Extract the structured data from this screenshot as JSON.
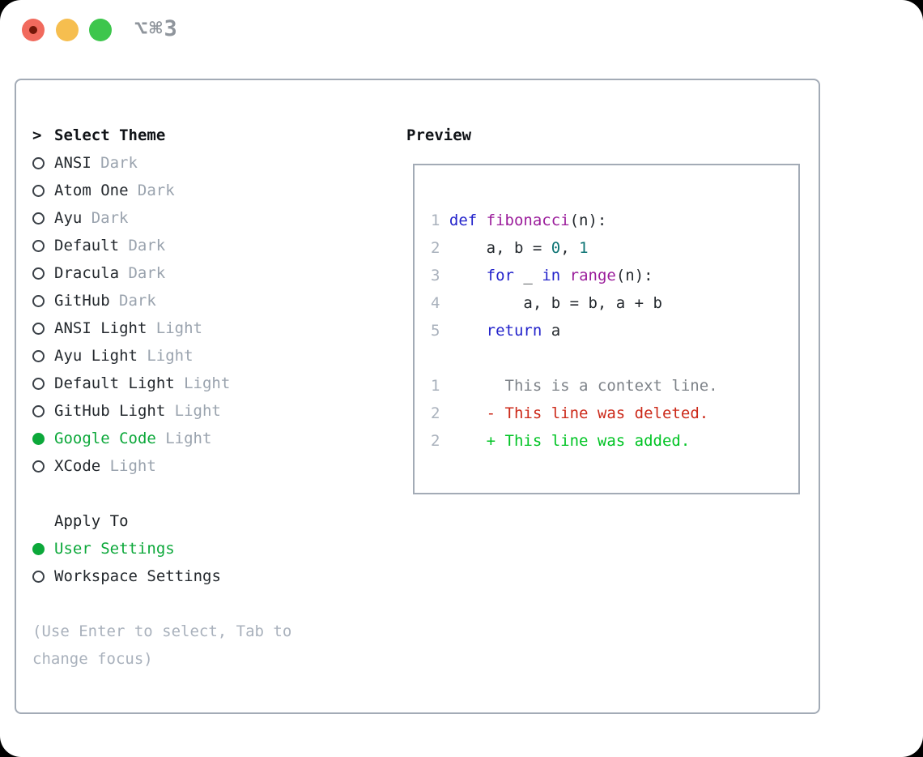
{
  "window": {
    "title": "⌥⌘3",
    "traffic_lights": [
      "close",
      "minimize",
      "zoom"
    ]
  },
  "theme_picker": {
    "prompt": ">",
    "title": "Select Theme",
    "items": [
      {
        "label": "ANSI",
        "tag": "Dark",
        "selected": false
      },
      {
        "label": "Atom One",
        "tag": "Dark",
        "selected": false
      },
      {
        "label": "Ayu",
        "tag": "Dark",
        "selected": false
      },
      {
        "label": "Default",
        "tag": "Dark",
        "selected": false
      },
      {
        "label": "Dracula",
        "tag": "Dark",
        "selected": false
      },
      {
        "label": "GitHub",
        "tag": "Dark",
        "selected": false
      },
      {
        "label": "ANSI Light",
        "tag": "Light",
        "selected": false
      },
      {
        "label": "Ayu Light",
        "tag": "Light",
        "selected": false
      },
      {
        "label": "Default Light",
        "tag": "Light",
        "selected": false
      },
      {
        "label": "GitHub Light",
        "tag": "Light",
        "selected": false
      },
      {
        "label": "Google Code",
        "tag": "Light",
        "selected": true
      },
      {
        "label": "XCode",
        "tag": "Light",
        "selected": false
      }
    ]
  },
  "apply_to": {
    "title": "Apply To",
    "options": [
      {
        "label": "User Settings",
        "selected": true
      },
      {
        "label": "Workspace Settings",
        "selected": false
      }
    ]
  },
  "help_text": "(Use Enter to select, Tab to change focus)",
  "preview": {
    "title": "Preview",
    "code_lines": [
      {
        "segments": [
          [
            "1 ",
            "gutter"
          ],
          [
            "def ",
            "keyword"
          ],
          [
            "fibonacci",
            "function"
          ],
          [
            "(n):",
            "plain"
          ]
        ]
      },
      {
        "segments": [
          [
            "2",
            "gutter"
          ],
          [
            "     a, b = ",
            "plain"
          ],
          [
            "0",
            "literal"
          ],
          [
            ", ",
            "plain"
          ],
          [
            "1",
            "literal"
          ]
        ]
      },
      {
        "segments": [
          [
            "3",
            "gutter"
          ],
          [
            "     ",
            "plain"
          ],
          [
            "for",
            "keyword"
          ],
          [
            " _ ",
            "plain"
          ],
          [
            "in",
            "keyword"
          ],
          [
            " ",
            "plain"
          ],
          [
            "range",
            "function"
          ],
          [
            "(n):",
            "plain"
          ]
        ]
      },
      {
        "segments": [
          [
            "4",
            "gutter"
          ],
          [
            "         a, b = b, a + b",
            "plain"
          ]
        ]
      },
      {
        "segments": [
          [
            "5",
            "gutter"
          ],
          [
            "     ",
            "plain"
          ],
          [
            "return",
            "keyword"
          ],
          [
            " a",
            "plain"
          ]
        ]
      }
    ],
    "diff_lines": [
      {
        "segments": [
          [
            "1",
            "gutter"
          ],
          [
            "       This is a context line.",
            "context"
          ]
        ]
      },
      {
        "segments": [
          [
            "2",
            "gutter"
          ],
          [
            "     ",
            "plain"
          ],
          [
            "- This line was deleted.",
            "deleted"
          ]
        ]
      },
      {
        "segments": [
          [
            "2",
            "gutter"
          ],
          [
            "     ",
            "plain"
          ],
          [
            "+ This line was added.",
            "added"
          ]
        ]
      }
    ]
  },
  "colors": {
    "accent_green": "#0ca83a",
    "text": "#24292e",
    "muted": "#9aa3ae",
    "faint": "#a9b1bc",
    "border": "#a3abb6",
    "radio_stroke": "#3a4047",
    "title_gray": "#8f959c",
    "traffic_red": "#f16a5d",
    "traffic_red_dot": "#731708",
    "traffic_yellow": "#f6be4f",
    "traffic_green": "#3dc64c",
    "syntax": {
      "gutter": "#a9b1bc",
      "keyword": "#2323cb",
      "function": "#9b1d9b",
      "literal": "#0e7575",
      "plain": "#24292e",
      "context": "#7e8389",
      "deleted": "#cc2a1a",
      "added": "#00c424"
    }
  }
}
